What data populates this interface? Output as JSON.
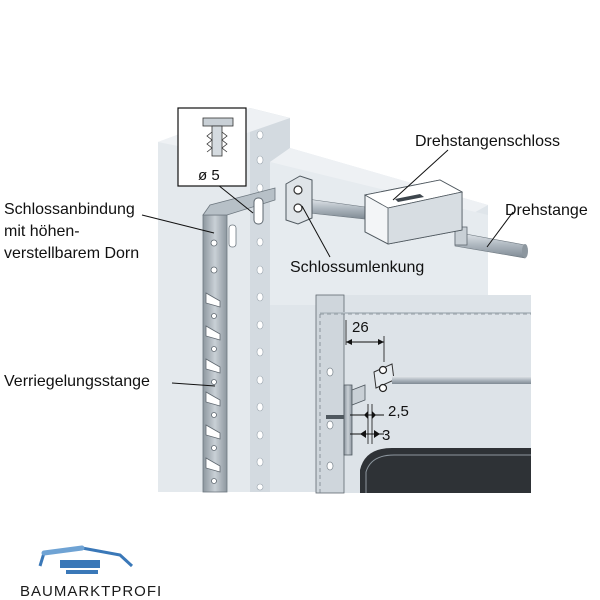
{
  "labels": {
    "drehstangenschloss": "Drehstangenschloss",
    "drehstange": "Drehstange",
    "schlossanbindung_line1": "Schlossanbindung",
    "schlossanbindung_line2": "mit höhen-",
    "schlossanbindung_line3": "verstellbarem Dorn",
    "schlossumlenkung": "Schlossumlenkung",
    "verriegelungsstange": "Verriegelungsstange"
  },
  "dimensions": {
    "pin_diameter": "ø 5",
    "offset": "26",
    "gap": "2,5",
    "width": "3"
  },
  "brand": {
    "name": "BAUMARKTPROFI",
    "accent_color": "#3a78b8"
  },
  "colors": {
    "panel": "#dde3e8",
    "panel_dark": "#c4ccd3",
    "metal": "#a9b3bc",
    "rod": "#b9c2ca"
  }
}
